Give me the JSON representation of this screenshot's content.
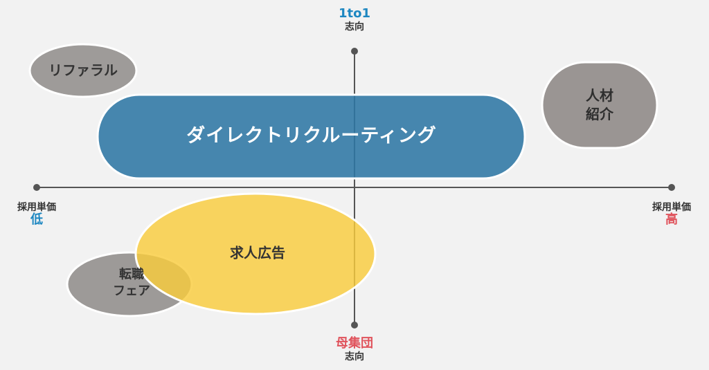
{
  "axes": {
    "top": {
      "accent": "1to1",
      "sub": "志向",
      "color": "#1d87c1"
    },
    "bottom": {
      "accent": "母集団",
      "sub": "志向",
      "color": "#e0535c"
    },
    "left": {
      "sub": "採用単価",
      "accent": "低",
      "color": "#1d87c1"
    },
    "right": {
      "sub": "採用単価",
      "accent": "高",
      "color": "#e0535c"
    }
  },
  "blobs": {
    "referral": {
      "lines": [
        "リファラル"
      ],
      "fill": "#9e9b99",
      "text_color": "#333333"
    },
    "agency": {
      "lines": [
        "人材",
        "紹介"
      ],
      "fill": "#9a9593",
      "text_color": "#2e2e2e"
    },
    "direct": {
      "lines": [
        "ダイレクトリクルーティング"
      ],
      "fill": "#2d76a4",
      "text_color": "#ffffff"
    },
    "job_fair": {
      "lines": [
        "転職",
        "フェア"
      ],
      "fill": "#9d9a98",
      "text_color": "#333333"
    },
    "job_ads": {
      "lines": [
        "求人広告"
      ],
      "fill": "#f9cc3d",
      "text_color": "#333333"
    }
  }
}
